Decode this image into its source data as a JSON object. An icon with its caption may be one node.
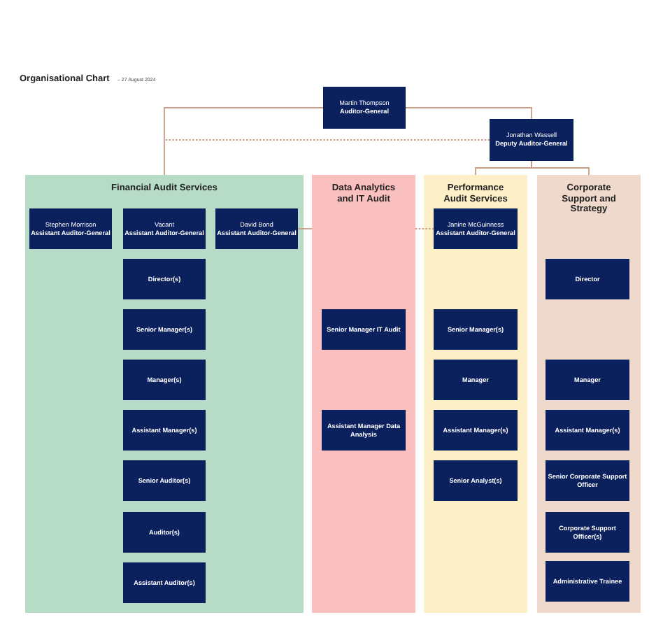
{
  "diagram": {
    "title": "Organisational Chart",
    "nodes": [
      {
        "text": [
          "Martin Thompson",
          "Auditor-General"
        ]
      },
      {
        "text": [
          "Jonathan Wassell",
          "Deputy Auditor-General"
        ]
      },
      {
        "text": [
          "Financial Audit Services"
        ]
      },
      {
        "text": [
          "Stephen Morrison",
          "Assistant Auditor-General"
        ],
        "in": 2
      },
      {
        "text": [
          "Vacant",
          "Assistant Auditor-General"
        ],
        "in": 2
      },
      {
        "text": [
          "David Bond",
          "Assistant Auditor-General"
        ],
        "in": 2
      },
      {
        "text": [
          "Director(s)"
        ],
        "in": 2
      },
      {
        "text": [
          "Senior Manager(s)"
        ],
        "in": 2
      },
      {
        "text": [
          "Manager(s)"
        ],
        "in": 2
      },
      {
        "text": [
          "Assistant Manager(s)"
        ],
        "in": 2
      },
      {
        "text": [
          "Senior Auditor(s)"
        ],
        "in": 2
      },
      {
        "text": [
          "Auditor(s)"
        ],
        "in": 2
      },
      {
        "text": [
          "Assistant Auditor(s)"
        ],
        "in": 2
      },
      {
        "text": [
          "Data Analytics and IT Audit"
        ]
      },
      {
        "text": [
          "Senior Manager IT Audit"
        ],
        "in": 13
      },
      {
        "text": [
          "Assistant Manager Data Analysis"
        ],
        "in": 13
      },
      {
        "text": [
          "Performance Audit Services"
        ]
      },
      {
        "text": [
          "Janine McGuinness",
          "Assistant Auditor-General"
        ],
        "in": 16
      },
      {
        "text": [
          "Senior Manager(s)"
        ],
        "in": 16
      },
      {
        "text": [
          "Manager"
        ],
        "in": 16
      },
      {
        "text": [
          "Assistant Manager(s)"
        ],
        "in": 16
      },
      {
        "text": [
          "Senior Analyst(s)"
        ],
        "in": 16
      },
      {
        "text": [
          "Corporate Support and Strategy"
        ]
      },
      {
        "text": [
          "Director"
        ],
        "in": 22
      },
      {
        "text": [
          "Manager"
        ],
        "in": 22
      },
      {
        "text": [
          "Assistant Manager(s)"
        ],
        "in": 22
      },
      {
        "text": [
          "Senior Corporate Support Officer"
        ],
        "in": 22
      },
      {
        "text": [
          "Corporate Support Officer(s)"
        ],
        "in": 22
      },
      {
        "text": [
          "Administrative Trainee"
        ],
        "in": 22
      }
    ],
    "edges": [
      {
        "from": 0,
        "to": 2,
        "arrow": "none"
      },
      {
        "from": 0,
        "to": 1,
        "arrow": "none"
      },
      {
        "from": 1,
        "to": 16,
        "arrow": "none"
      },
      {
        "from": 1,
        "to": 22,
        "arrow": "none"
      },
      {
        "from": 1,
        "to": 2,
        "arrow": "none",
        "style": "dashed"
      },
      {
        "from": 5,
        "to": 13,
        "arrow": "none"
      },
      {
        "from": 13,
        "to": 17,
        "arrow": "none",
        "style": "dashed"
      }
    ],
    "labels": [
      "– 27 August 2024"
    ]
  }
}
